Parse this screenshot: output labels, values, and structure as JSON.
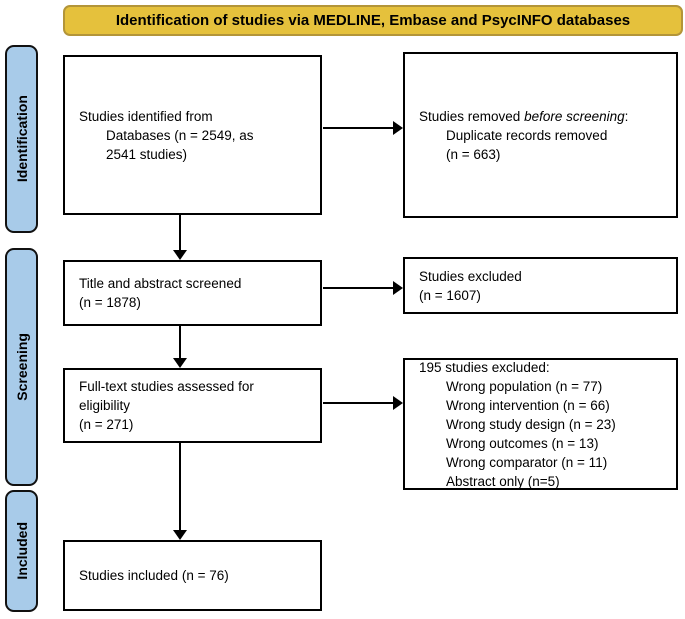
{
  "banner": {
    "title": "Identification of studies via MEDLINE, Embase and PsycINFO databases"
  },
  "stages": {
    "identification": "Identification",
    "screening": "Screening",
    "included": "Included"
  },
  "boxes": {
    "identified": {
      "lines": [
        "Studies identified from",
        "Databases (n = 2549, as",
        "2541 studies)"
      ]
    },
    "removed": {
      "prefix": "Studies removed ",
      "emphasis": "before screening",
      "suffix": ":",
      "lines": [
        "Duplicate records removed",
        "(n = 663)"
      ]
    },
    "title_abstract": {
      "lines": [
        "Title and abstract screened",
        "(n = 1878)"
      ]
    },
    "excluded_screening": {
      "lines": [
        "Studies excluded",
        "(n = 1607)"
      ]
    },
    "fulltext": {
      "lines": [
        "Full-text studies assessed for",
        "eligibility",
        "(n = 271)"
      ]
    },
    "excluded_fulltext": {
      "header": "195 studies excluded:",
      "reasons": [
        "Wrong population (n = 77)",
        "Wrong intervention (n = 66)",
        "Wrong study design (n = 23)",
        "Wrong outcomes (n = 13)",
        "Wrong comparator (n = 11)",
        "Abstract only (n=5)"
      ]
    },
    "included": {
      "lines": [
        "Studies included (n = 76)"
      ]
    }
  },
  "colors": {
    "banner_fill": "#e5c13c",
    "banner_border": "#b39539",
    "stage_fill": "#a8cbe9",
    "box_background": "#ffffff",
    "line_color": "#000000"
  }
}
